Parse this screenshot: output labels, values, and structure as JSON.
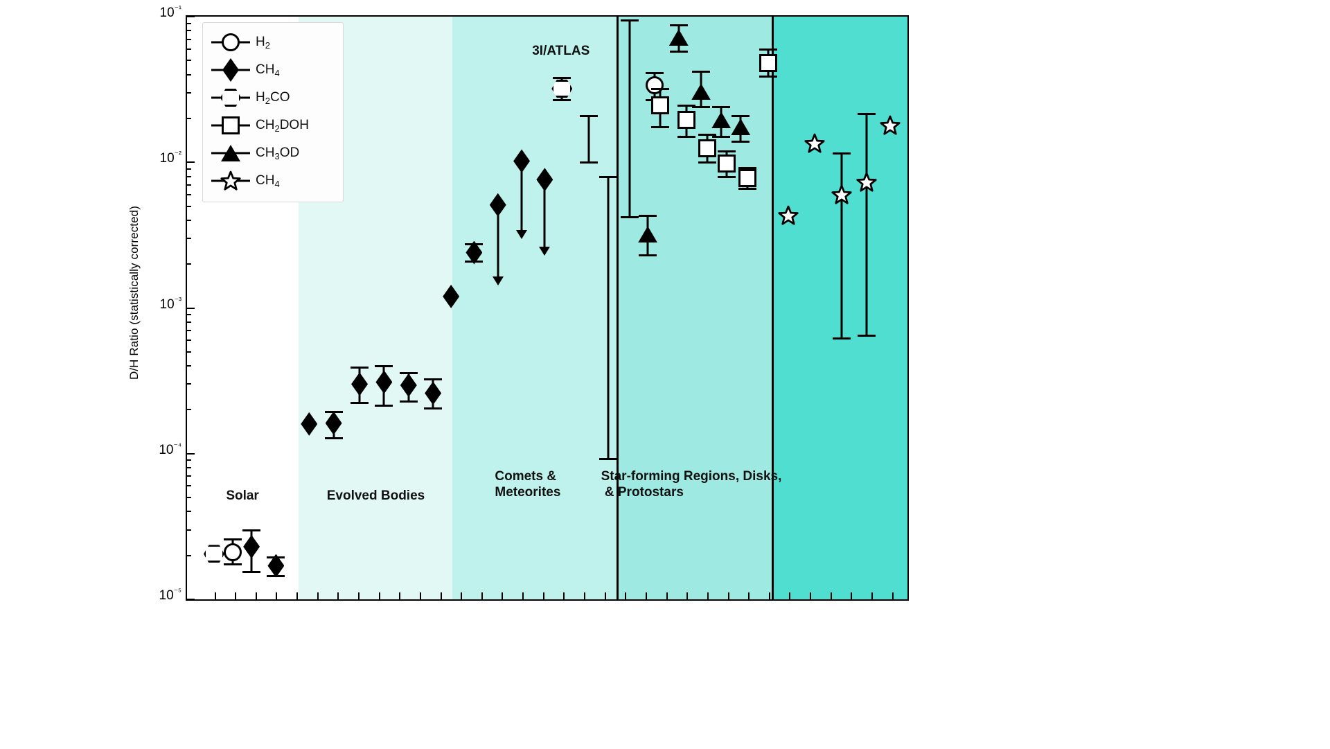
{
  "chart_data": {
    "type": "scatter",
    "title": "",
    "xlabel": "",
    "ylabel": "D/H Ratio (statistically corrected)",
    "yscale": "log",
    "ylim": [
      1e-05,
      0.1
    ],
    "ytick_labels": [
      "10⁻¹",
      "10⁻²",
      "10⁻³",
      "10⁻⁴",
      "10⁻⁵"
    ],
    "ytick_values": [
      0.1,
      0.01,
      0.001,
      0.0001,
      1e-05
    ],
    "grid": false,
    "legend_position": "upper left",
    "legend": [
      {
        "label": "H2",
        "marker": "circle-open"
      },
      {
        "label": "CH4",
        "marker": "diamond-filled"
      },
      {
        "label": "H2CO",
        "marker": "hexagon-open"
      },
      {
        "label": "CH2DOH",
        "marker": "square-open"
      },
      {
        "label": "CH3OD",
        "marker": "triangle-filled"
      },
      {
        "label": "CH4",
        "marker": "star-open"
      }
    ],
    "bands": [
      {
        "name": "Solar",
        "label": "Solar",
        "color": "#ffffff",
        "x0": 0.0,
        "x1": 0.155
      },
      {
        "name": "Evolved Bodies",
        "label": "Evolved Bodies",
        "color": "#e2f8f5",
        "x0": 0.155,
        "x1": 0.368
      },
      {
        "name": "Comets & Meteorites",
        "label": "Comets &\nMeteorites",
        "color": "#bff2ec",
        "x0": 0.368,
        "x1": 0.596
      },
      {
        "name": "Star-forming Regions, Disks, & Protostars",
        "label": "Star-forming Regions, Disks,\n & Protostars",
        "color": "#9eeae2",
        "x0": 0.596,
        "x1": 0.812
      },
      {
        "name": "Outer",
        "label": "",
        "color": "#4fded0",
        "x0": 0.812,
        "x1": 1.0
      }
    ],
    "annotations": [
      {
        "text": "3I/ATLAS",
        "x": 0.519,
        "y": 0.057
      }
    ],
    "points": [
      {
        "series": "H2CO",
        "marker": "hexagon-open",
        "x": 0.0375,
        "y": 2.05e-05,
        "yerr_low": 2e-05,
        "yerr_high": 2.1e-05
      },
      {
        "series": "H2",
        "marker": "circle-open",
        "x": 0.0635,
        "y": 2.1e-05,
        "yerr_low": 1.75e-05,
        "yerr_high": 2.6e-05
      },
      {
        "series": "CH4",
        "marker": "diamond-filled",
        "x": 0.0895,
        "y": 2.3e-05,
        "yerr_low": 1.55e-05,
        "yerr_high": 3e-05
      },
      {
        "series": "CH4",
        "marker": "diamond-filled",
        "x": 0.1235,
        "y": 1.7e-05,
        "yerr_low": 1.45e-05,
        "yerr_high": 1.95e-05
      },
      {
        "series": "CH4",
        "marker": "diamond-filled",
        "x": 0.1695,
        "y": 0.00016,
        "yerr_low": 0.00016,
        "yerr_high": 0.00016
      },
      {
        "series": "CH4",
        "marker": "diamond-filled",
        "x": 0.2035,
        "y": 0.000162,
        "yerr_low": 0.000128,
        "yerr_high": 0.000195
      },
      {
        "series": "CH4",
        "marker": "diamond-filled",
        "x": 0.2395,
        "y": 0.0003,
        "yerr_low": 0.000225,
        "yerr_high": 0.00039
      },
      {
        "series": "CH4",
        "marker": "diamond-filled",
        "x": 0.2735,
        "y": 0.00031,
        "yerr_low": 0.000215,
        "yerr_high": 0.0004
      },
      {
        "series": "CH4",
        "marker": "diamond-filled",
        "x": 0.3075,
        "y": 0.000295,
        "yerr_low": 0.00023,
        "yerr_high": 0.00036
      },
      {
        "series": "CH4",
        "marker": "diamond-filled",
        "x": 0.3415,
        "y": 0.00026,
        "yerr_low": 0.000205,
        "yerr_high": 0.000325
      },
      {
        "series": "CH4",
        "marker": "diamond-filled",
        "x": 0.3665,
        "y": 0.0012,
        "yerr_low": 0.0012,
        "yerr_high": 0.0012
      },
      {
        "series": "CH4",
        "marker": "diamond-filled",
        "x": 0.3985,
        "y": 0.0024,
        "yerr_low": 0.0021,
        "yerr_high": 0.00275
      },
      {
        "series": "CH4",
        "marker": "diamond-filled",
        "x": 0.4315,
        "y": 0.0051,
        "limit": "upper",
        "limit_to": 0.00145
      },
      {
        "series": "CH4",
        "marker": "diamond-filled",
        "x": 0.4645,
        "y": 0.0102,
        "limit": "upper",
        "limit_to": 0.003
      },
      {
        "series": "CH4",
        "marker": "diamond-filled",
        "x": 0.4965,
        "y": 0.0076,
        "limit": "upper",
        "limit_to": 0.0023
      },
      {
        "series": "H2CO",
        "marker": "hexagon-open",
        "x": 0.5205,
        "y": 0.032,
        "yerr_low": 0.027,
        "yerr_high": 0.038
      },
      {
        "series": "bar",
        "marker": "none",
        "x": 0.5575,
        "y": 0.0145,
        "yerr_low": 0.01,
        "yerr_high": 0.021
      },
      {
        "series": "bar",
        "marker": "none",
        "x": 0.5845,
        "y": 0.0009,
        "yerr_low": 9.2e-05,
        "yerr_high": 0.008
      },
      {
        "series": "bar",
        "marker": "none",
        "x": 0.6145,
        "y": 0.018,
        "yerr_low": 0.0042,
        "yerr_high": 0.095
      },
      {
        "series": "CH3OD",
        "marker": "triangle-filled",
        "x": 0.6395,
        "y": 0.0032,
        "yerr_low": 0.0023,
        "yerr_high": 0.0043
      },
      {
        "series": "H2",
        "marker": "circle-open",
        "x": 0.6495,
        "y": 0.034,
        "yerr_low": 0.027,
        "yerr_high": 0.041
      },
      {
        "series": "CH2DOH",
        "marker": "square-open",
        "x": 0.6565,
        "y": 0.0245,
        "yerr_low": 0.0175,
        "yerr_high": 0.032
      },
      {
        "series": "CH3OD",
        "marker": "triangle-filled",
        "x": 0.6825,
        "y": 0.072,
        "yerr_low": 0.058,
        "yerr_high": 0.088
      },
      {
        "series": "CH2DOH",
        "marker": "square-open",
        "x": 0.6935,
        "y": 0.0195,
        "yerr_low": 0.015,
        "yerr_high": 0.0245
      },
      {
        "series": "CH3OD",
        "marker": "triangle-filled",
        "x": 0.7135,
        "y": 0.0305,
        "yerr_low": 0.024,
        "yerr_high": 0.042
      },
      {
        "series": "CH2DOH",
        "marker": "square-open",
        "x": 0.7225,
        "y": 0.0125,
        "yerr_low": 0.01,
        "yerr_high": 0.0155
      },
      {
        "series": "CH3OD",
        "marker": "triangle-filled",
        "x": 0.7415,
        "y": 0.0195,
        "yerr_low": 0.015,
        "yerr_high": 0.024
      },
      {
        "series": "CH2DOH",
        "marker": "square-open",
        "x": 0.7495,
        "y": 0.0098,
        "yerr_low": 0.008,
        "yerr_high": 0.012
      },
      {
        "series": "CH3OD",
        "marker": "triangle-filled",
        "x": 0.7685,
        "y": 0.0175,
        "yerr_low": 0.014,
        "yerr_high": 0.021
      },
      {
        "series": "CH2DOH",
        "marker": "square-open",
        "x": 0.7775,
        "y": 0.0078,
        "yerr_low": 0.0066,
        "yerr_high": 0.0092
      },
      {
        "series": "CH2DOH",
        "marker": "square-open",
        "x": 0.8065,
        "y": 0.048,
        "yerr_low": 0.039,
        "yerr_high": 0.06
      },
      {
        "series": "CH4",
        "marker": "star-open",
        "x": 0.8345,
        "y": 0.0043,
        "yerr_low": 0.0043,
        "yerr_high": 0.0043
      },
      {
        "series": "CH4",
        "marker": "star-open",
        "x": 0.8715,
        "y": 0.0135,
        "yerr_low": 0.0135,
        "yerr_high": 0.0135
      },
      {
        "series": "CH4",
        "marker": "star-open",
        "x": 0.9085,
        "y": 0.006,
        "yerr_low": 0.00062,
        "yerr_high": 0.0115
      },
      {
        "series": "CH4",
        "marker": "star-open",
        "x": 0.9435,
        "y": 0.0073,
        "yerr_low": 0.00065,
        "yerr_high": 0.0215
      },
      {
        "series": "CH4",
        "marker": "star-open",
        "x": 0.9755,
        "y": 0.018,
        "yerr_low": 0.018,
        "yerr_high": 0.018
      }
    ]
  }
}
